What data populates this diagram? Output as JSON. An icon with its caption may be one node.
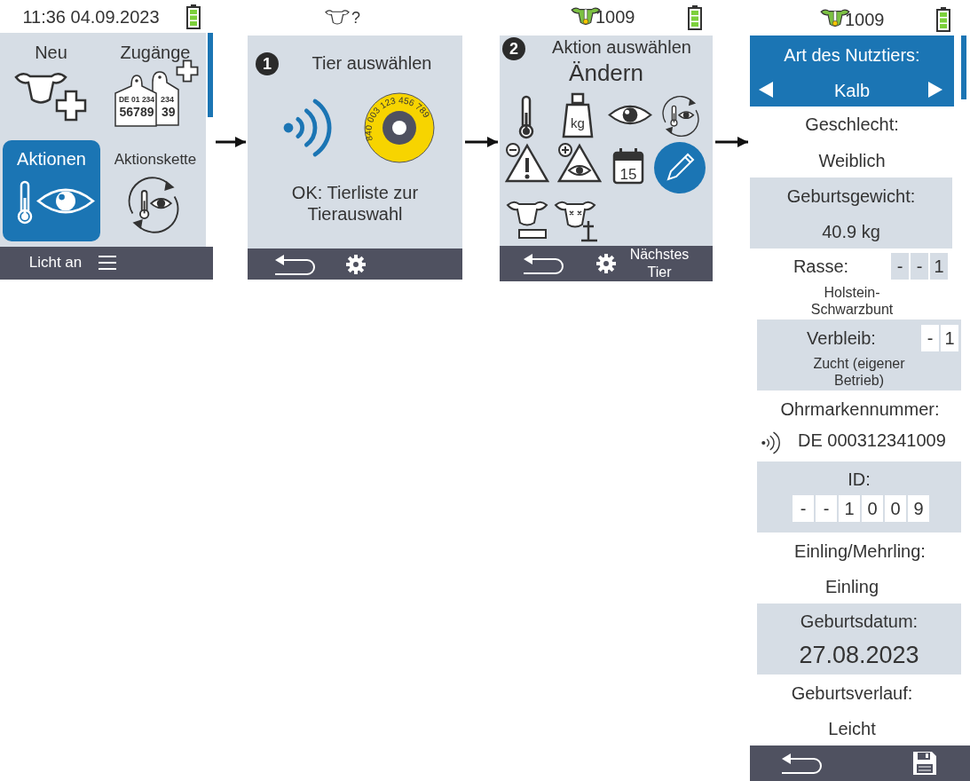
{
  "diagram": {
    "nodes": [
      {
        "text": [
          "11:36 04.09.2023",
          "Licht an"
        ]
      },
      {
        "text": [
          "Neu"
        ],
        "in": 0
      },
      {
        "text": [
          "Zugänge"
        ],
        "in": 0
      },
      {
        "text": [
          "Aktionen"
        ],
        "in": 0
      },
      {
        "text": [
          "Aktionskette"
        ],
        "in": 0
      },
      {
        "text": [
          "?",
          "Tier auswählen",
          "OK: Tierliste zur Tierauswahl"
        ]
      },
      {
        "text": [
          "1009",
          "Aktion auswählen",
          "Ändern",
          "Nächstes Tier"
        ]
      },
      {
        "text": [
          "1009",
          "Geschlecht:",
          "Weiblich",
          "Rasse:",
          "-",
          "-",
          "1",
          "Holstein-Schwarzbunt",
          "Ohrmarkennummer:",
          "DE 000312341009",
          "Einling/Mehrling:",
          "Einling",
          "Geburtsverlauf:",
          "Leicht"
        ]
      },
      {
        "text": [
          "Art des Nutztiers:",
          "Kalb"
        ],
        "in": 7
      },
      {
        "text": [
          "Geburtsgewicht:",
          "40.9 kg"
        ],
        "in": 7
      },
      {
        "text": [
          "Verbleib:",
          "-",
          "1",
          "Zucht (eigener Betrieb)"
        ],
        "in": 7
      },
      {
        "text": [
          "ID:",
          "-",
          "-",
          "1",
          "0",
          "0",
          "9"
        ],
        "in": 7
      },
      {
        "text": [
          "Geburtsdatum:",
          "27.08.2023"
        ],
        "in": 7
      }
    ],
    "edges": [
      {
        "from": 0,
        "to": 5,
        "arrow": "to"
      },
      {
        "from": 5,
        "to": 6,
        "arrow": "to"
      },
      {
        "from": 6,
        "to": 7,
        "arrow": "to"
      }
    ],
    "labels": [
      "DE 01 234",
      "56789",
      "234",
      "39",
      "1",
      "840 003 123 456 789",
      "2",
      "kg",
      "15"
    ]
  }
}
